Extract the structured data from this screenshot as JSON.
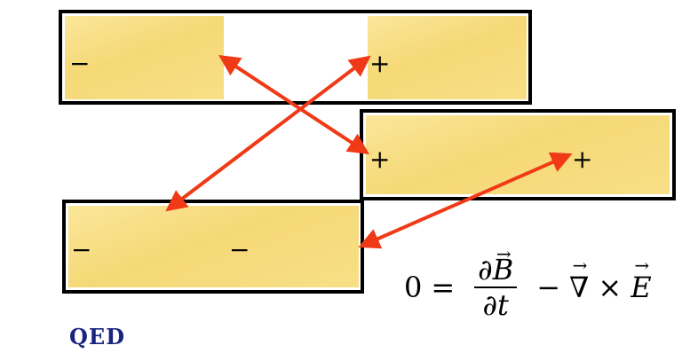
{
  "colors": {
    "arrow": "#f03a17",
    "frame": "#000000",
    "pad": "#f5d977",
    "qed": "#1a237e"
  },
  "plates": {
    "top": {
      "left_sign": "−",
      "right_sign": "+"
    },
    "middle": {
      "left_sign": "+",
      "right_sign": "+"
    },
    "bottom": {
      "left_sign": "−",
      "right_sign": "−"
    }
  },
  "equation": {
    "lhs": "0",
    "equals": "=",
    "partial_num": "∂",
    "b_symbol": "B",
    "partial_den": "∂",
    "t_symbol": "t",
    "minus": "−",
    "nabla": "∇",
    "times": "×",
    "e_symbol": "E"
  },
  "footer": {
    "qed": "QED"
  }
}
